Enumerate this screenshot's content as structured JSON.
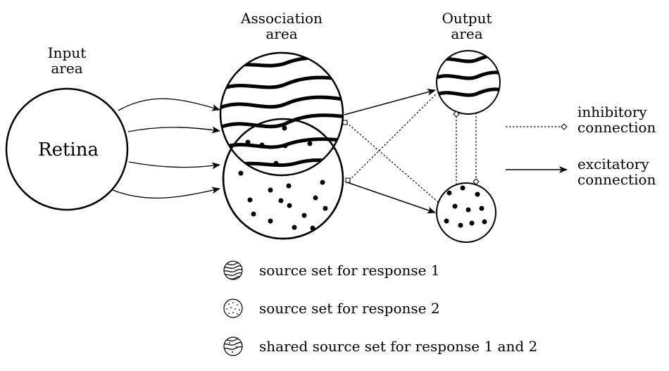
{
  "labels": {
    "input_area_line1": "Input",
    "input_area_line2": "area",
    "retina": "Retina",
    "association_line1": "Association",
    "association_line2": "area",
    "output_line1": "Output",
    "output_line2": "area",
    "inhibitory_line1": "inhibitory",
    "inhibitory_line2": "connection",
    "excitatory_line1": "excitatory",
    "excitatory_line2": "connection"
  },
  "legend": {
    "item1": "source set for response 1",
    "item2": "source set for response 2",
    "item3": "shared source set for response 1 and 2"
  }
}
